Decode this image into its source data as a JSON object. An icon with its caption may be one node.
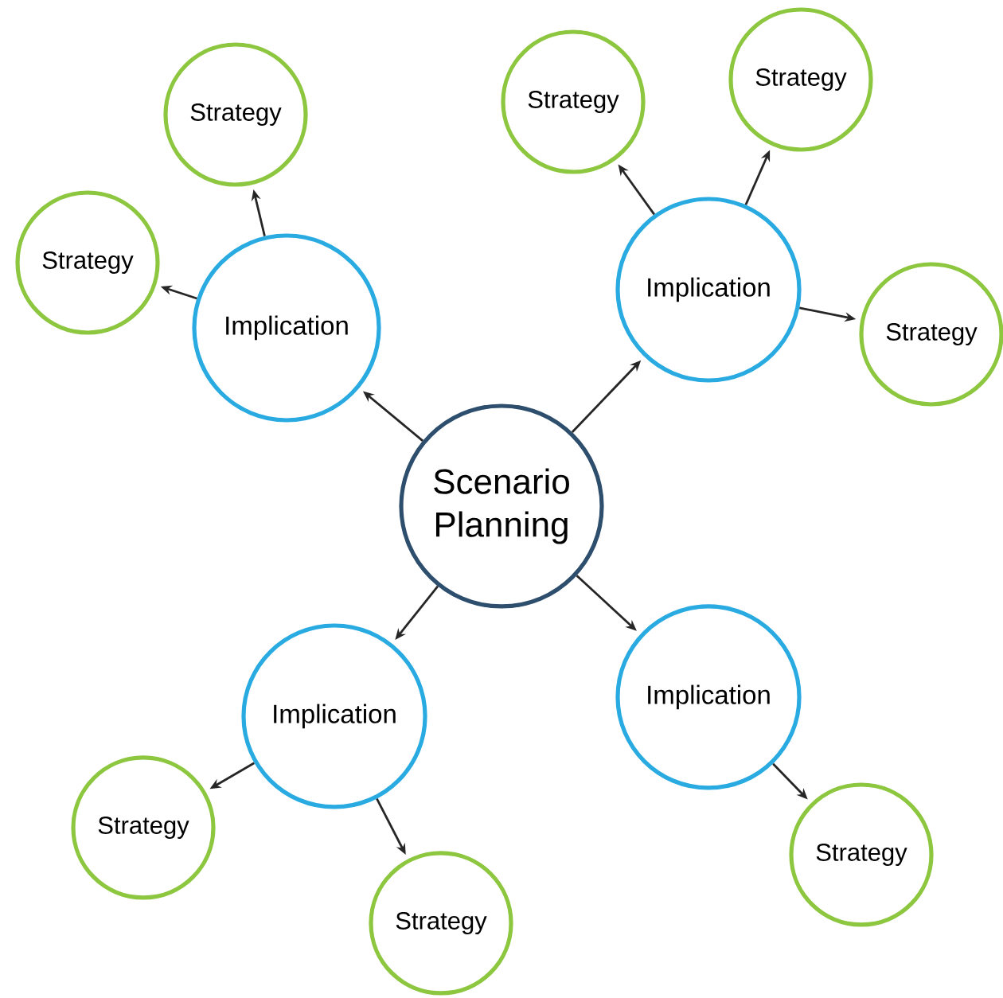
{
  "diagram": {
    "nodes": [
      {
        "text": [
          "Scenario Planning"
        ]
      },
      {
        "text": [
          "Implication"
        ]
      },
      {
        "text": [
          "Implication"
        ]
      },
      {
        "text": [
          "Implication"
        ]
      },
      {
        "text": [
          "Implication"
        ]
      },
      {
        "text": [
          "Strategy"
        ]
      },
      {
        "text": [
          "Strategy"
        ]
      },
      {
        "text": [
          "Strategy"
        ]
      },
      {
        "text": [
          "Strategy"
        ]
      },
      {
        "text": [
          "Strategy"
        ]
      },
      {
        "text": [
          "Strategy"
        ]
      },
      {
        "text": [
          "Strategy"
        ]
      },
      {
        "text": [
          "Strategy"
        ]
      }
    ],
    "edges": [
      {
        "from": 0,
        "to": 1,
        "arrow": "to"
      },
      {
        "from": 0,
        "to": 2,
        "arrow": "to"
      },
      {
        "from": 0,
        "to": 3,
        "arrow": "to"
      },
      {
        "from": 0,
        "to": 4,
        "arrow": "to"
      },
      {
        "from": 1,
        "to": 5,
        "arrow": "to"
      },
      {
        "from": 1,
        "to": 6,
        "arrow": "to"
      },
      {
        "from": 2,
        "to": 7,
        "arrow": "to"
      },
      {
        "from": 2,
        "to": 8,
        "arrow": "to"
      },
      {
        "from": 2,
        "to": 9,
        "arrow": "to"
      },
      {
        "from": 3,
        "to": 10,
        "arrow": "to"
      },
      {
        "from": 3,
        "to": 11,
        "arrow": "to"
      },
      {
        "from": 4,
        "to": 12,
        "arrow": "to"
      }
    ]
  }
}
